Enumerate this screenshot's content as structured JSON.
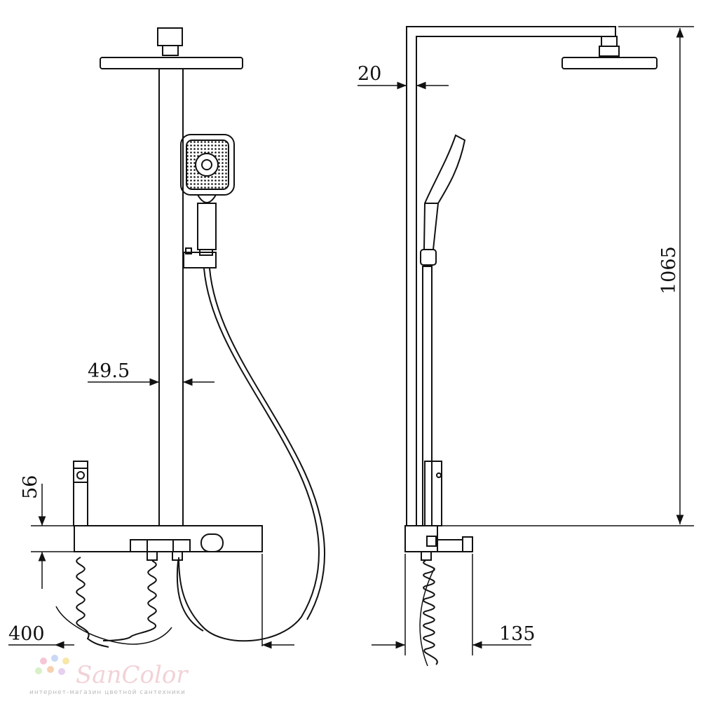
{
  "dimensions": {
    "overhead_offset": "20",
    "height": "1065",
    "pipe_offset": "49.5",
    "spout_height": "56",
    "arm_length": "400",
    "depth": "135"
  },
  "watermark": {
    "brand": "SanColor",
    "tagline": "интернет-магазин цветной сантехники"
  }
}
